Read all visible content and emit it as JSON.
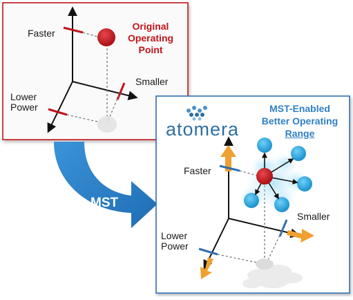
{
  "left_panel": {
    "title_line1": "Original",
    "title_line2": "Operating",
    "title_line3": "Point",
    "axis_up": "Faster",
    "axis_right": "Smaller",
    "axis_down_line1": "Lower",
    "axis_down_line2": "Power"
  },
  "transition_arrow": {
    "label": "MST"
  },
  "right_panel": {
    "logo_text": "atomera",
    "title_line1": "MST-Enabled",
    "title_line2": "Better Operating",
    "title_line3": "Range",
    "axis_up": "Faster",
    "axis_right": "Smaller",
    "axis_down_line1": "Lower",
    "axis_down_line2": "Power"
  },
  "colors": {
    "left_border": "#c0141a",
    "right_border": "#2f6fb0",
    "operating_point": "#c8161c",
    "range_points": "#2aa8e0",
    "axis_arrows": "#f0a030",
    "mst_arrow": "#2f84c9",
    "tick_blue": "#2f6fb0",
    "tick_red": "#c0141a"
  }
}
